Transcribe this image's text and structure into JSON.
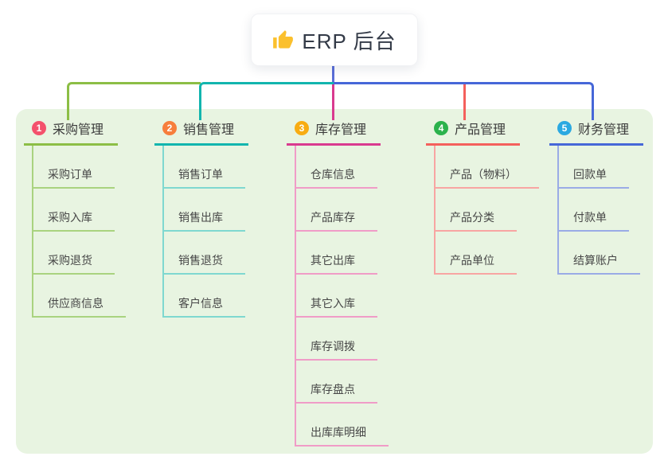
{
  "root": {
    "title": "ERP 后台",
    "icon": "thumbs-up",
    "icon_color": "#FBC02D"
  },
  "colors": {
    "canvas_bg": "#FFFFFF",
    "panel_bg": "#E8F4E1",
    "root_stem": "#5B6FD8",
    "text": "#3C3C3C"
  },
  "branches": [
    {
      "number": "1",
      "title": "采购管理",
      "badge_color": "#F4516C",
      "line_color": "#8CBE45",
      "light_color": "#A9D37F",
      "items": [
        "采购订单",
        "采购入库",
        "采购退货",
        "供应商信息"
      ]
    },
    {
      "number": "2",
      "title": "销售管理",
      "badge_color": "#F77E3C",
      "line_color": "#12B5AE",
      "light_color": "#7FD8D0",
      "items": [
        "销售订单",
        "销售出库",
        "销售退货",
        "客户信息"
      ]
    },
    {
      "number": "3",
      "title": "库存管理",
      "badge_color": "#F8AC12",
      "line_color": "#D93A8F",
      "light_color": "#F09CC7",
      "items": [
        "仓库信息",
        "产品库存",
        "其它出库",
        "其它入库",
        "库存调拨",
        "库存盘点",
        "出库库明细"
      ]
    },
    {
      "number": "4",
      "title": "产品管理",
      "badge_color": "#2BB24C",
      "line_color": "#F4605C",
      "light_color": "#F8A5A2",
      "items": [
        "产品（物料）",
        "产品分类",
        "产品单位"
      ]
    },
    {
      "number": "5",
      "title": "财务管理",
      "badge_color": "#2BA9E1",
      "line_color": "#4667D8",
      "light_color": "#9AABE6",
      "items": [
        "回款单",
        "付款单",
        "结算账户"
      ]
    }
  ]
}
